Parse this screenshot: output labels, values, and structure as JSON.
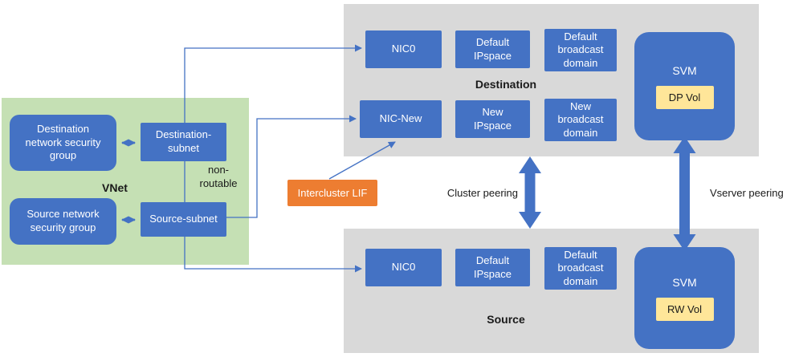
{
  "colors": {
    "box_blue": "#4472C4",
    "vnet_green": "#C5E0B4",
    "cluster_gray": "#D9D9D9",
    "lif_orange": "#ED7D31",
    "vol_yellow": "#FFE699",
    "arrow_blue": "#4472C4"
  },
  "vnet": {
    "label": "VNet",
    "dest_nsg": "Destination network security group",
    "dest_subnet": "Destination-subnet",
    "source_nsg": "Source network security group",
    "source_subnet": "Source-subnet",
    "non_routable": "non-routable"
  },
  "destination": {
    "label": "Destination",
    "nic0": "NIC0",
    "default_ipspace": "Default IPspace",
    "default_broadcast": "Default broadcast domain",
    "nic_new": "NIC-New",
    "new_ipspace": "New IPspace",
    "new_broadcast": "New broadcast domain",
    "svm": "SVM",
    "volume": "DP Vol"
  },
  "source": {
    "label": "Source",
    "nic0": "NIC0",
    "default_ipspace": "Default IPspace",
    "default_broadcast": "Default broadcast domain",
    "svm": "SVM",
    "volume": "RW Vol"
  },
  "connectors": {
    "intercluster_lif": "Intercluster LIF",
    "cluster_peering": "Cluster peering",
    "vserver_peering": "Vserver peering"
  }
}
